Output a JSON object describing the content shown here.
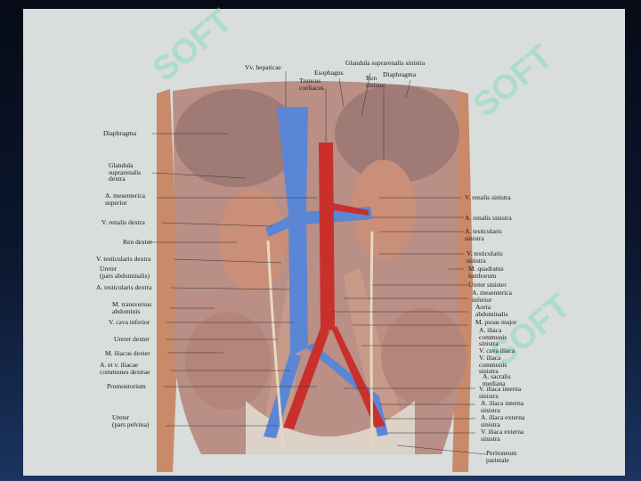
{
  "labels_top": [
    {
      "id": "vv-hepaticae",
      "text": "Vv. hepaticae"
    },
    {
      "id": "truncus-coeliacus",
      "text": "Truncus\ncoeliacus"
    },
    {
      "id": "esophagus",
      "text": "Esophagus"
    },
    {
      "id": "glandula-suprarenalis-sinistra",
      "text": "Glandula suprarenalis sinistra"
    },
    {
      "id": "ren-sinister-top",
      "text": "Ren\nsinister"
    },
    {
      "id": "diaphragma-top",
      "text": "Diaphragma"
    }
  ],
  "labels_left": [
    {
      "id": "diaphragma",
      "text": "Diaphragma"
    },
    {
      "id": "glandula-suprarenalis-dextra",
      "text": "Glandula\nsuprarenalis\ndextra"
    },
    {
      "id": "a-mesenterica-superior",
      "text": "A. mesenterica\nsuperior"
    },
    {
      "id": "v-renalis-dextra",
      "text": "V. renalis dextra"
    },
    {
      "id": "ren-dexter",
      "text": "Ren dexter"
    },
    {
      "id": "v-testicularis-dextra",
      "text": "V. testicularis dextra"
    },
    {
      "id": "ureter-pars-abdominalis",
      "text": "Ureter\n(pars abdominalis)"
    },
    {
      "id": "a-testicularis-dextra",
      "text": "A. testicularis dextra"
    },
    {
      "id": "m-transversus-abdominis",
      "text": "M. transversus\nabdominis"
    },
    {
      "id": "v-cava-inferior",
      "text": "V. cava inferior"
    },
    {
      "id": "ureter-dexter",
      "text": "Ureter dexter"
    },
    {
      "id": "m-iliacus-dexter",
      "text": "M. iliacus dexter"
    },
    {
      "id": "a-et-v-iliacae-communes-dextrae",
      "text": "A. et v. iliacae\ncommunes dextrae"
    },
    {
      "id": "promontorium",
      "text": "Promontorium"
    },
    {
      "id": "ureter-pars-pelvina",
      "text": "Ureter\n(pars pelvina)"
    }
  ],
  "labels_right": [
    {
      "id": "v-renalis-sinistra",
      "text": "V. renalis sinistra"
    },
    {
      "id": "a-renalis-sinistra",
      "text": "A. renalis sinistra"
    },
    {
      "id": "a-testicularis-sinistra",
      "text": "A. testicularis\nsinistra"
    },
    {
      "id": "v-testicularis-sinistra",
      "text": "V. testicularis\nsinistra"
    },
    {
      "id": "m-quadratus-lumborum",
      "text": "M. quadratus\nlumborum"
    },
    {
      "id": "ureter-sinister",
      "text": "Ureter sinister"
    },
    {
      "id": "a-mesenterica-inferior",
      "text": "A. mesenterica\ninferior"
    },
    {
      "id": "aorta-abdominalis",
      "text": "Aorta\nabdominalis"
    },
    {
      "id": "m-psoas-major",
      "text": "M. psoas major"
    },
    {
      "id": "a-iliaca-communis-sinistra",
      "text": "A. iliaca\ncommunis\nsinistra"
    },
    {
      "id": "v-cava-iliaca",
      "text": "V. cava iliaca"
    },
    {
      "id": "v-iliaca-communis-sinistra",
      "text": "V. iliaca\ncommunis\nsinistra"
    },
    {
      "id": "a-sacralis-mediana",
      "text": "A. sacralis\nmediana"
    },
    {
      "id": "v-iliaca-interna-sinistra",
      "text": "V. iliaca interna\nsinistra"
    },
    {
      "id": "a-iliaca-interna-sinistra",
      "text": "A. iliaca interna\nsinistra"
    },
    {
      "id": "a-iliaca-externa-sinistra",
      "text": "A. iliaca externa\nsinistra"
    },
    {
      "id": "v-iliaca-externa-sinistra",
      "text": "V. iliaca externa\nsinistra"
    }
  ],
  "labels_bottom": [
    {
      "id": "peritoneum-parietale",
      "text": "Peritoneum\nparietale"
    }
  ],
  "watermark": {
    "text": "SOFT",
    "color": "#78dcb4"
  },
  "colors": {
    "vein": "#5b86d6",
    "artery": "#c9302c",
    "kidney": "#c98f78",
    "background": "#d9dddb"
  }
}
